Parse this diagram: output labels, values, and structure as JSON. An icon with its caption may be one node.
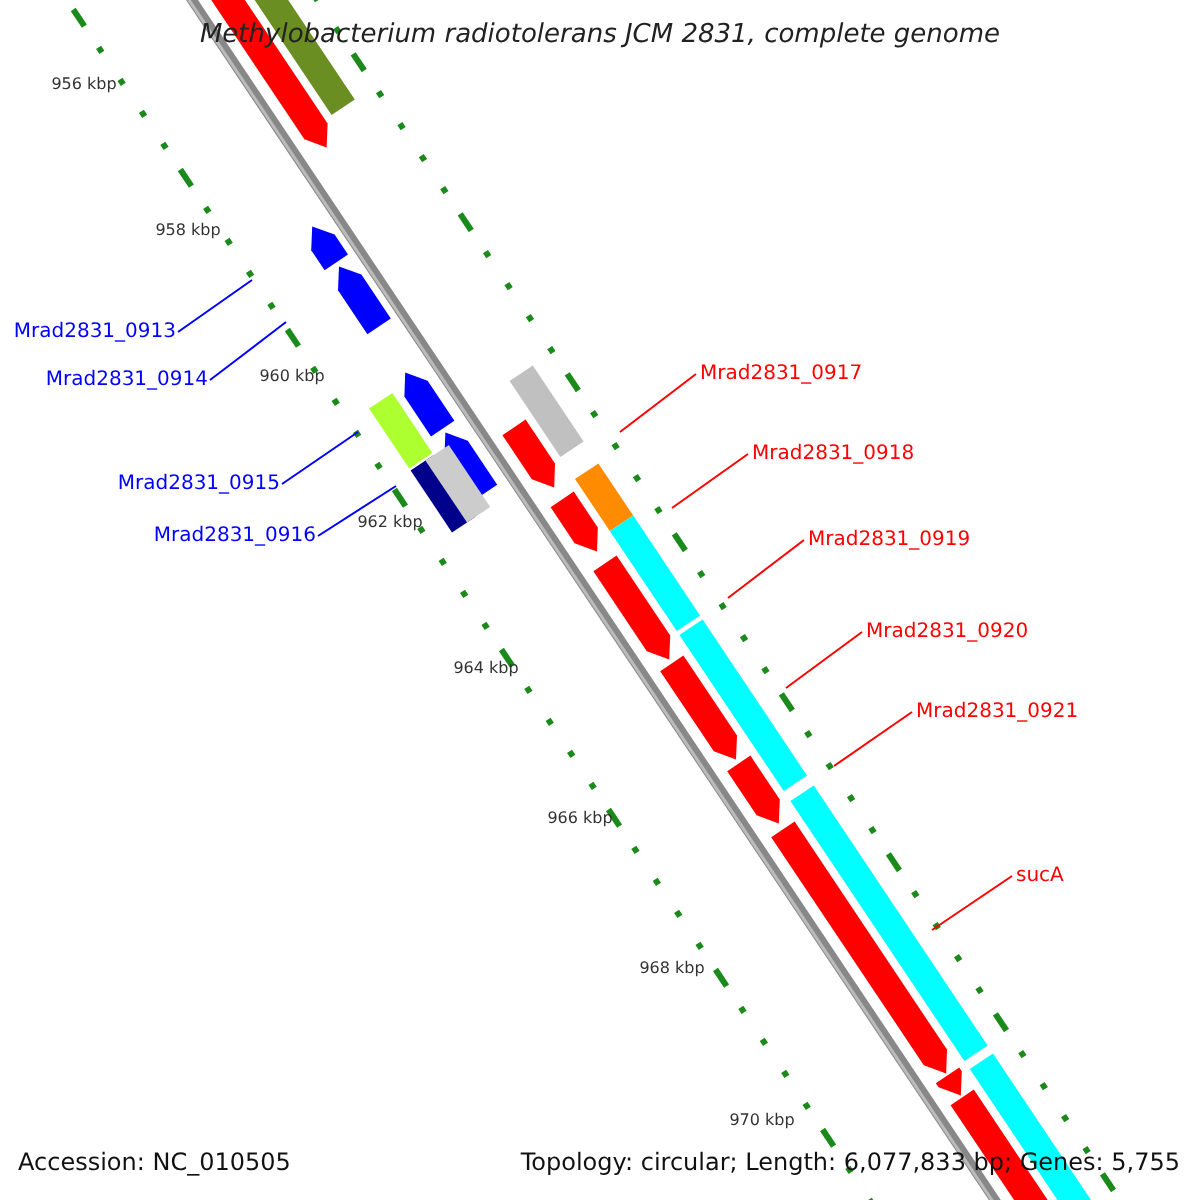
{
  "diagram": {
    "title": "Methylobacterium radiotolerans JCM 2831, complete genome",
    "nodes": [
      {
        "text": [
          "Mrad2831_0913"
        ]
      },
      {
        "text": [
          "Mrad2831_0914"
        ]
      },
      {
        "text": [
          "Mrad2831_0915"
        ]
      },
      {
        "text": [
          "Mrad2831_0916"
        ]
      },
      {
        "text": [
          "Mrad2831_0917"
        ]
      },
      {
        "text": [
          "Mrad2831_0918"
        ]
      },
      {
        "text": [
          "Mrad2831_0919"
        ]
      },
      {
        "text": [
          "Mrad2831_0920"
        ]
      },
      {
        "text": [
          "Mrad2831_0921"
        ]
      },
      {
        "text": [
          "sucA"
        ]
      }
    ],
    "edges": [
      {
        "from": 0,
        "to": null,
        "arrow": "none",
        "color": "#0000ff"
      },
      {
        "from": 1,
        "to": null,
        "arrow": "none",
        "color": "#0000ff"
      },
      {
        "from": 2,
        "to": null,
        "arrow": "none",
        "color": "#0000ff"
      },
      {
        "from": 3,
        "to": null,
        "arrow": "none",
        "color": "#0000ff"
      },
      {
        "from": 4,
        "to": null,
        "arrow": "none"
      },
      {
        "from": 5,
        "to": null,
        "arrow": "none"
      },
      {
        "from": 6,
        "to": null,
        "arrow": "none"
      },
      {
        "from": 7,
        "to": null,
        "arrow": "none"
      },
      {
        "from": 8,
        "to": null,
        "arrow": "none"
      },
      {
        "from": 9,
        "to": null,
        "arrow": "none"
      }
    ],
    "labels": [
      "956 kbp",
      "958 kbp",
      "960 kbp",
      "962 kbp",
      "964 kbp",
      "966 kbp",
      "968 kbp",
      "970 kbp",
      "Accession: NC_010505",
      "Topology: circular; Length: 6,077,833 bp; Genes: 5,755"
    ]
  }
}
